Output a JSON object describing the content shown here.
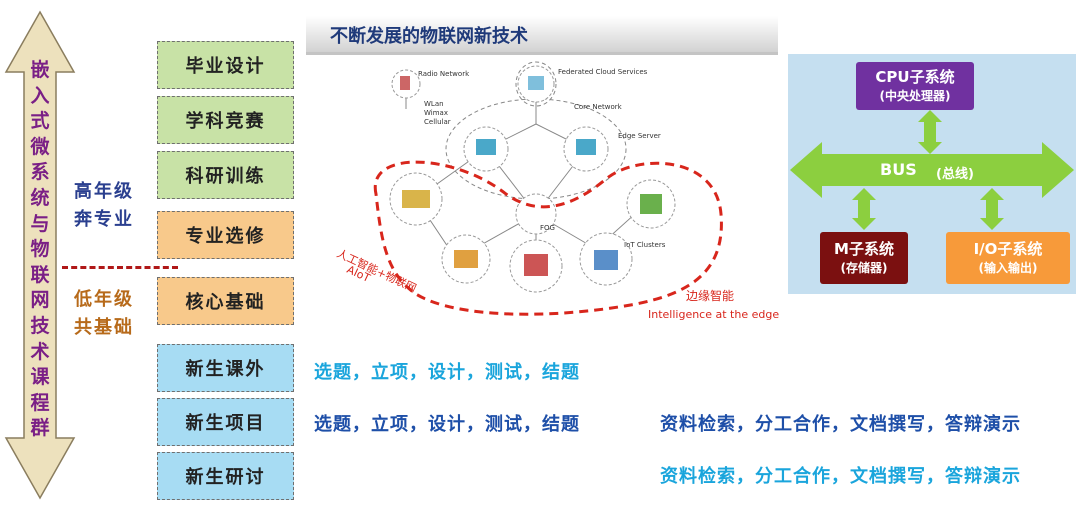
{
  "axis": {
    "chars": [
      "嵌",
      "入",
      "式",
      "微",
      "系",
      "统",
      "与",
      "物",
      "联",
      "网",
      "技",
      "术",
      "课",
      "程",
      "群"
    ],
    "senior_label": [
      "高年级",
      "奔专业"
    ],
    "junior_label": [
      "低年级",
      "共基础"
    ]
  },
  "courses": [
    {
      "label": "毕业设计"
    },
    {
      "label": "学科竞赛"
    },
    {
      "label": "科研训练"
    },
    {
      "label": "专业选修"
    },
    {
      "label": "核心基础"
    },
    {
      "label": "新生课外"
    },
    {
      "label": "新生项目"
    },
    {
      "label": "新生研讨"
    }
  ],
  "iot": {
    "title": "不断发展的物联网新技术",
    "nodes": {
      "radio": "Radio Network",
      "wlan": "WLan",
      "wimax": "Wimax",
      "cellular": "Cellular",
      "cloud": "Federated Cloud Services",
      "core": "Core Network",
      "edge": "Edge Server",
      "fog": "FOG",
      "iot_clusters": "IoT Clusters"
    },
    "aiot_cn": "人工智能+物联网",
    "aiot_en": "AIoT",
    "edge_cn": "边缘智能",
    "edge_en": "Intelligence at the edge"
  },
  "bus": {
    "cpu_title": "CPU子系统",
    "cpu_sub": "(中央处理器)",
    "bus_label": "BUS",
    "bus_sub": "(总线)",
    "mem_title": "M子系统",
    "mem_sub": "(存储器)",
    "io_title": "I/O子系统",
    "io_sub": "(输入输出)"
  },
  "activities": {
    "row1_left": "选题，立项，设计，测试，结题",
    "row2_left": "选题，立项，设计，测试，结题",
    "row2_right": "资料检索，分工合作，文档撰写，答辩演示",
    "row3_right": "资料检索，分工合作，文档撰写，答辩演示"
  },
  "colors": {
    "arrow_fill": "#ede1bd",
    "arrow_text": "#7a1f86",
    "green_box": "#c8e2a6",
    "orange_box": "#f8c98b",
    "blue_box": "#a7dcf3",
    "bus_green": "#8ccf3f",
    "dashed_red": "#d8261c"
  }
}
